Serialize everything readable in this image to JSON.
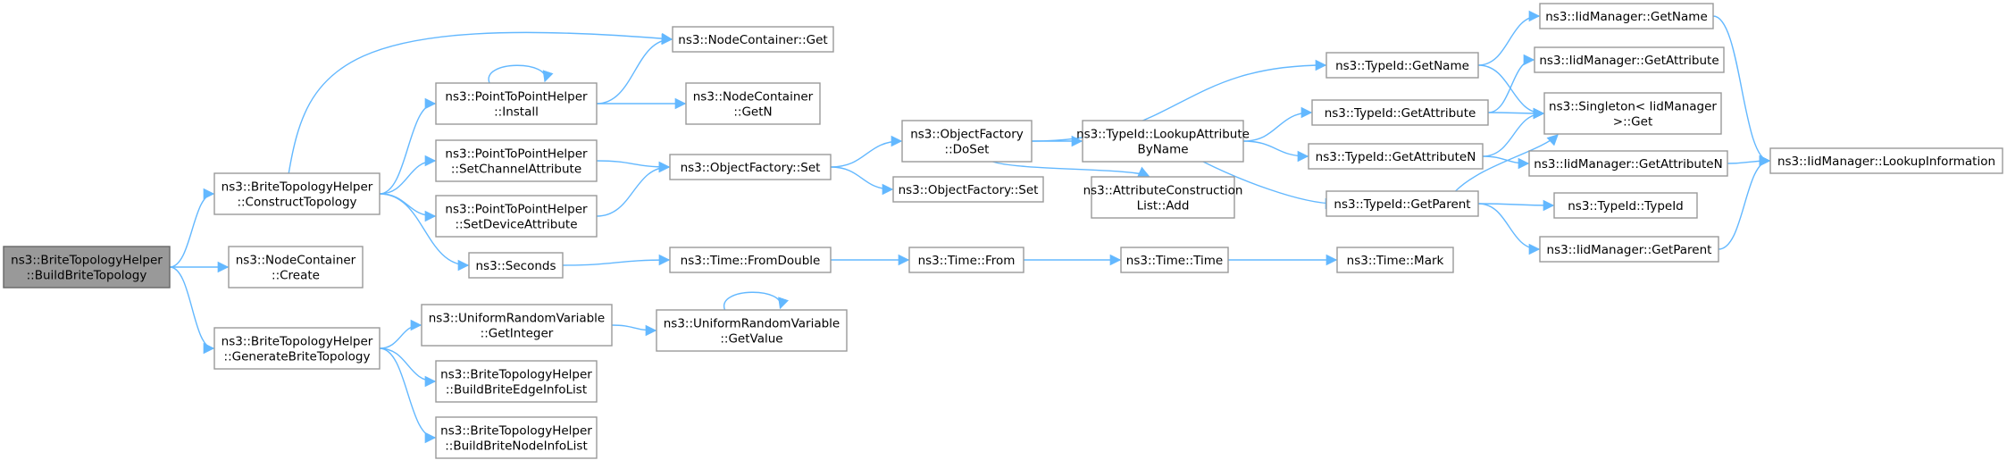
{
  "diagram": {
    "type": "call-graph",
    "edge_color": "#63b8ff",
    "root_fill": "#999999",
    "nodes": [
      {
        "id": "root",
        "lines": [
          "ns3::BriteTopologyHelper",
          "::BuildBriteTopology"
        ]
      },
      {
        "id": "construct",
        "lines": [
          "ns3::BriteTopologyHelper",
          "::ConstructTopology"
        ]
      },
      {
        "id": "nc_create",
        "lines": [
          "ns3::NodeContainer",
          "::Create"
        ]
      },
      {
        "id": "generate",
        "lines": [
          "ns3::BriteTopologyHelper",
          "::GenerateBriteTopology"
        ]
      },
      {
        "id": "nc_get",
        "lines": [
          "ns3::NodeContainer::Get"
        ]
      },
      {
        "id": "p2p_install",
        "lines": [
          "ns3::PointToPointHelper",
          "::Install"
        ]
      },
      {
        "id": "nc_getn",
        "lines": [
          "ns3::NodeContainer",
          "::GetN"
        ]
      },
      {
        "id": "p2p_setchan",
        "lines": [
          "ns3::PointToPointHelper",
          "::SetChannelAttribute"
        ]
      },
      {
        "id": "p2p_setdev",
        "lines": [
          "ns3::PointToPointHelper",
          "::SetDeviceAttribute"
        ]
      },
      {
        "id": "seconds",
        "lines": [
          "ns3::Seconds"
        ]
      },
      {
        "id": "urv_getint",
        "lines": [
          "ns3::UniformRandomVariable",
          "::GetInteger"
        ]
      },
      {
        "id": "bt_edge",
        "lines": [
          "ns3::BriteTopologyHelper",
          "::BuildBriteEdgeInfoList"
        ]
      },
      {
        "id": "bt_node",
        "lines": [
          "ns3::BriteTopologyHelper",
          "::BuildBriteNodeInfoList"
        ]
      },
      {
        "id": "of_set",
        "lines": [
          "ns3::ObjectFactory::Set"
        ]
      },
      {
        "id": "time_fromdouble",
        "lines": [
          "ns3::Time::FromDouble"
        ]
      },
      {
        "id": "urv_getvalue",
        "lines": [
          "ns3::UniformRandomVariable",
          "::GetValue"
        ]
      },
      {
        "id": "of_doset",
        "lines": [
          "ns3::ObjectFactory",
          "::DoSet"
        ]
      },
      {
        "id": "of_set2",
        "lines": [
          "ns3::ObjectFactory::Set"
        ]
      },
      {
        "id": "time_from",
        "lines": [
          "ns3::Time::From"
        ]
      },
      {
        "id": "tid_getname",
        "lines": [
          "ns3::TypeId::GetName"
        ]
      },
      {
        "id": "tid_lookupattr",
        "lines": [
          "ns3::TypeId::LookupAttribute",
          "ByName"
        ]
      },
      {
        "id": "acl_add",
        "lines": [
          "ns3::AttributeConstruction",
          "List::Add"
        ]
      },
      {
        "id": "time_time",
        "lines": [
          "ns3::Time::Time"
        ]
      },
      {
        "id": "tid_getattr",
        "lines": [
          "ns3::TypeId::GetAttribute"
        ]
      },
      {
        "id": "tid_getattrn",
        "lines": [
          "ns3::TypeId::GetAttributeN"
        ]
      },
      {
        "id": "tid_getparent",
        "lines": [
          "ns3::TypeId::GetParent"
        ]
      },
      {
        "id": "time_mark",
        "lines": [
          "ns3::Time::Mark"
        ]
      },
      {
        "id": "iid_getname",
        "lines": [
          "ns3::IidManager::GetName"
        ]
      },
      {
        "id": "iid_getattr",
        "lines": [
          "ns3::IidManager::GetAttribute"
        ]
      },
      {
        "id": "singleton_get",
        "lines": [
          "ns3::Singleton< IidManager",
          " >::Get"
        ]
      },
      {
        "id": "iid_getattrn",
        "lines": [
          "ns3::IidManager::GetAttributeN"
        ]
      },
      {
        "id": "tid_typeid",
        "lines": [
          "ns3::TypeId::TypeId"
        ]
      },
      {
        "id": "iid_getparent",
        "lines": [
          "ns3::IidManager::GetParent"
        ]
      },
      {
        "id": "iid_lookupinfo",
        "lines": [
          "ns3::IidManager::LookupInformation"
        ]
      }
    ],
    "edges": [
      [
        "root",
        "construct"
      ],
      [
        "root",
        "nc_create"
      ],
      [
        "root",
        "generate"
      ],
      [
        "construct",
        "nc_get"
      ],
      [
        "construct",
        "p2p_install"
      ],
      [
        "construct",
        "p2p_setchan"
      ],
      [
        "construct",
        "p2p_setdev"
      ],
      [
        "construct",
        "seconds"
      ],
      [
        "p2p_install",
        "p2p_install"
      ],
      [
        "p2p_install",
        "nc_get"
      ],
      [
        "p2p_install",
        "nc_getn"
      ],
      [
        "p2p_setchan",
        "of_set"
      ],
      [
        "p2p_setdev",
        "of_set"
      ],
      [
        "seconds",
        "time_fromdouble"
      ],
      [
        "generate",
        "urv_getint"
      ],
      [
        "generate",
        "bt_edge"
      ],
      [
        "generate",
        "bt_node"
      ],
      [
        "urv_getint",
        "urv_getvalue"
      ],
      [
        "urv_getvalue",
        "urv_getvalue"
      ],
      [
        "of_set",
        "of_doset"
      ],
      [
        "of_set",
        "of_set2"
      ],
      [
        "time_fromdouble",
        "time_from"
      ],
      [
        "time_from",
        "time_time"
      ],
      [
        "time_time",
        "time_mark"
      ],
      [
        "of_doset",
        "tid_getname"
      ],
      [
        "of_doset",
        "tid_lookupattr"
      ],
      [
        "of_doset",
        "acl_add"
      ],
      [
        "tid_lookupattr",
        "tid_getattr"
      ],
      [
        "tid_lookupattr",
        "tid_getattrn"
      ],
      [
        "tid_lookupattr",
        "tid_getparent"
      ],
      [
        "tid_getname",
        "iid_getname"
      ],
      [
        "tid_getname",
        "singleton_get"
      ],
      [
        "tid_getattr",
        "iid_getattr"
      ],
      [
        "tid_getattr",
        "singleton_get"
      ],
      [
        "tid_getattrn",
        "singleton_get"
      ],
      [
        "tid_getattrn",
        "iid_getattrn"
      ],
      [
        "tid_getparent",
        "singleton_get"
      ],
      [
        "tid_getparent",
        "tid_typeid"
      ],
      [
        "tid_getparent",
        "iid_getparent"
      ],
      [
        "iid_getname",
        "iid_lookupinfo"
      ],
      [
        "iid_getattrn",
        "iid_lookupinfo"
      ],
      [
        "iid_getparent",
        "iid_lookupinfo"
      ]
    ]
  }
}
